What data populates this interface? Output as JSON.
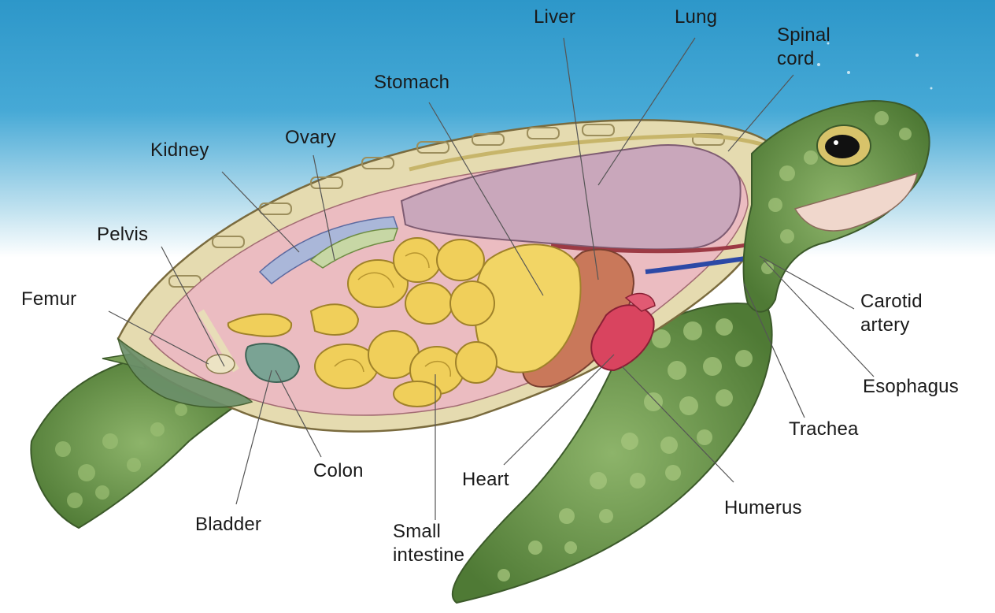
{
  "labels": {
    "liver": "Liver",
    "lung": "Lung",
    "spinal_cord": [
      "Spinal",
      "cord"
    ],
    "stomach": "Stomach",
    "ovary": "Ovary",
    "kidney": "Kidney",
    "pelvis": "Pelvis",
    "femur": "Femur",
    "carotid_artery": [
      "Carotid",
      "artery"
    ],
    "esophagus": "Esophagus",
    "trachea": "Trachea",
    "humerus": "Humerus",
    "heart": "Heart",
    "colon": "Colon",
    "bladder": "Bladder",
    "small_intestine": [
      "Small",
      "intestine"
    ]
  },
  "colors": {
    "water_top": "#2d97c9",
    "water_fade": "#ffffff",
    "skin_green": "#6f9a4e",
    "scute_green": "#5f8f3e",
    "shell_edge": "#d9cf9c",
    "body_cavity": "#e9b9bf",
    "lung": "#c9a7bb",
    "intestine": "#f0cf5a",
    "liver": "#c9785a",
    "heart": "#d9445f",
    "colon": "#6f9a86",
    "kidney": "#aab7d9",
    "vessel": "#2c49a6",
    "leader_line": "#555555"
  }
}
